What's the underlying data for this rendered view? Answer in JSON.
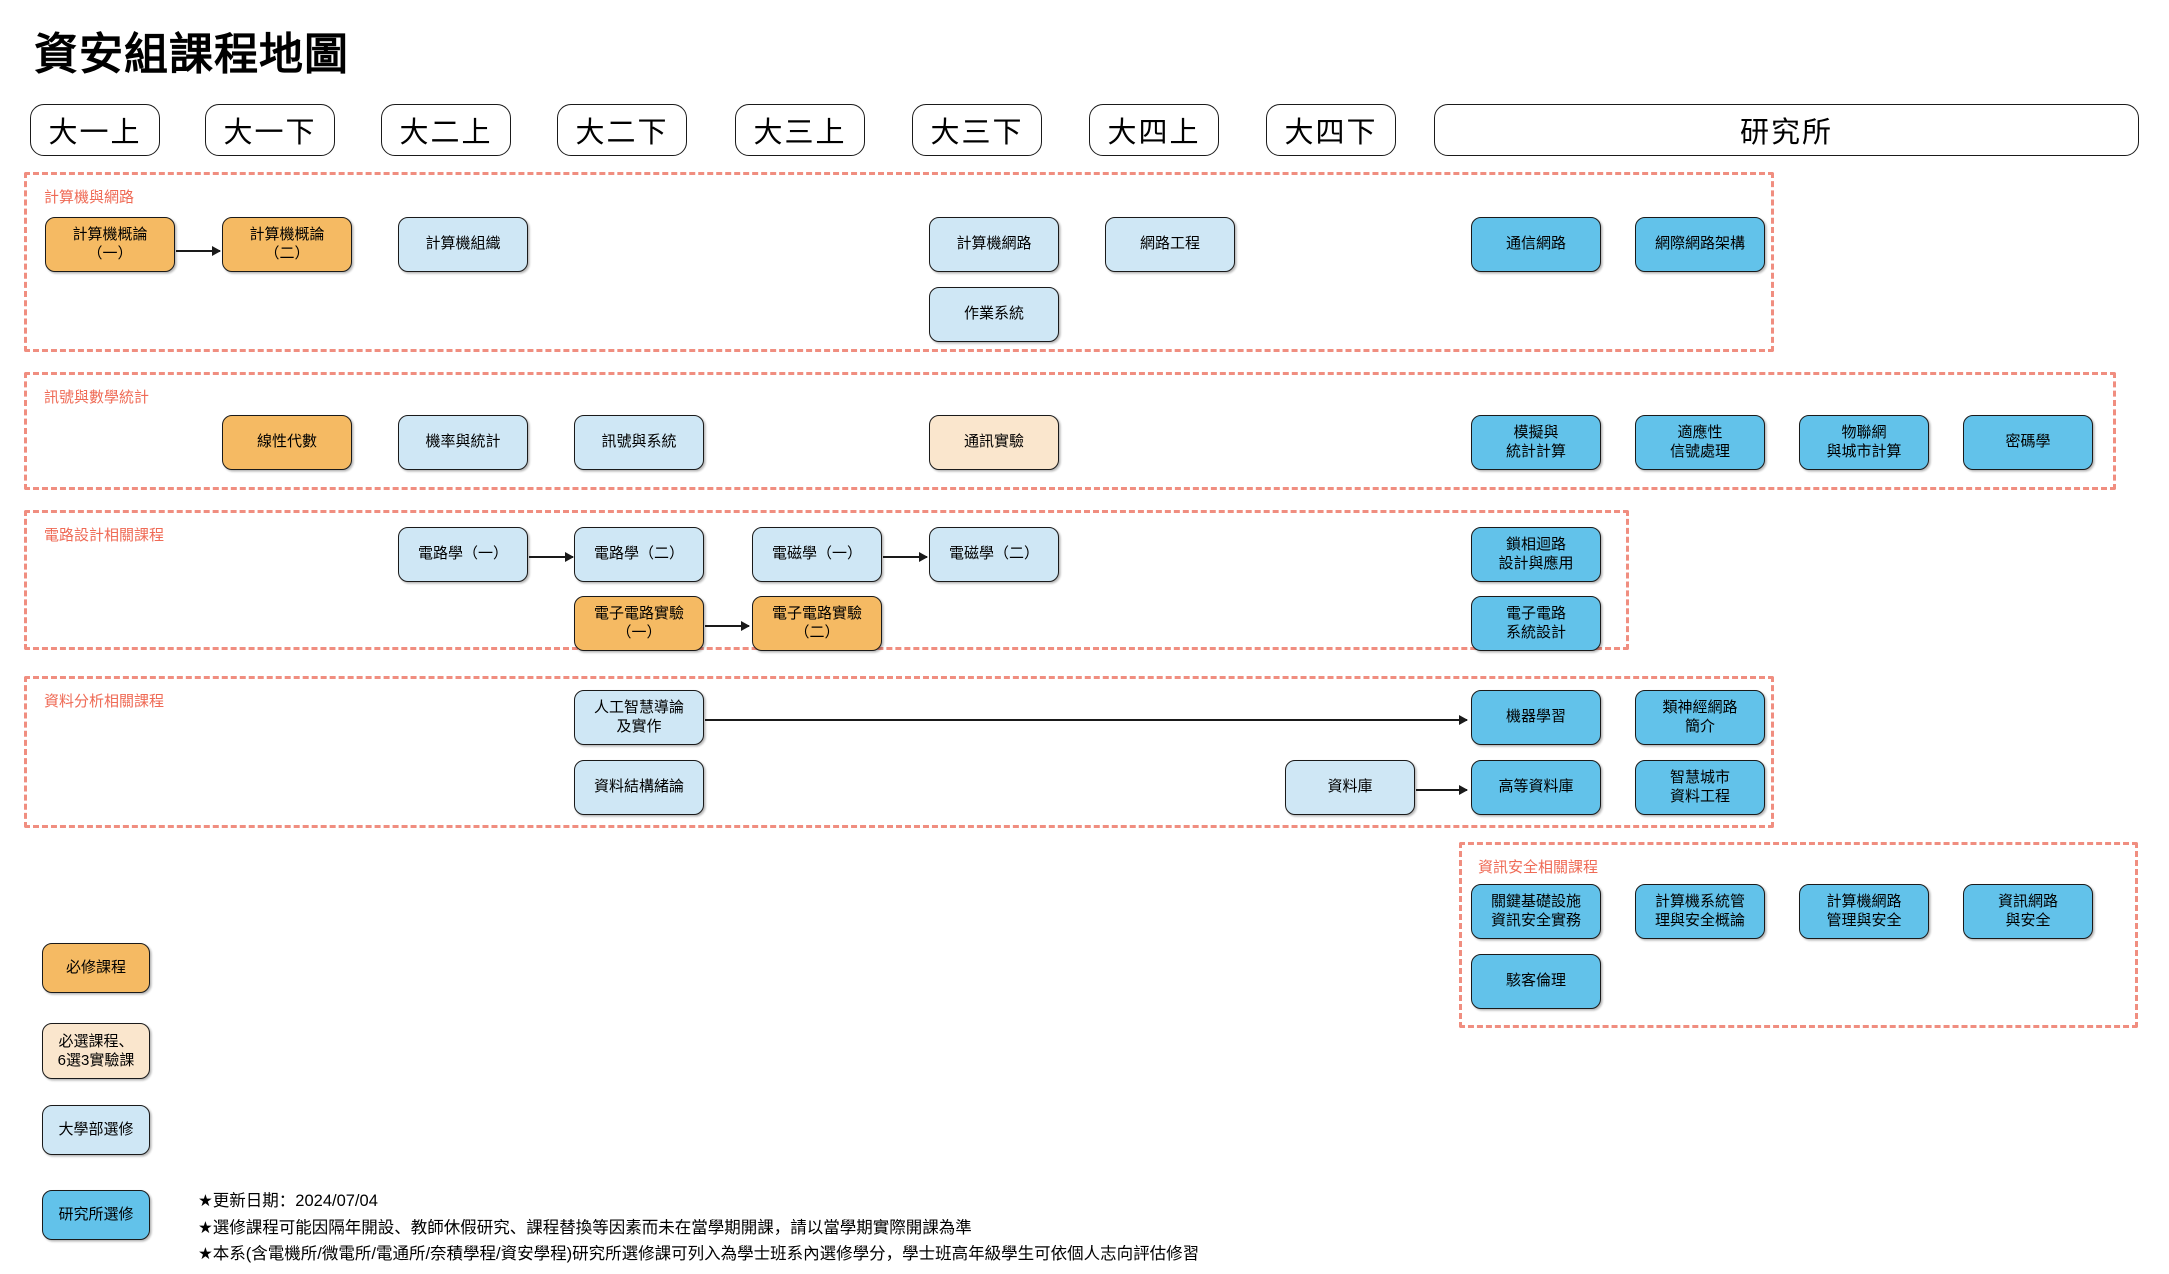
{
  "title": "資安組課程地圖",
  "colors": {
    "required": "#f5ba63",
    "selective": "#fae6cd",
    "undergrad_elective": "#cfe7f5",
    "grad_elective": "#62c2ea",
    "group_border": "#f08e80",
    "group_label": "#ef6a55"
  },
  "semesters": [
    {
      "label": "大一上"
    },
    {
      "label": "大一下"
    },
    {
      "label": "大二上"
    },
    {
      "label": "大二下"
    },
    {
      "label": "大三上"
    },
    {
      "label": "大三下"
    },
    {
      "label": "大四上"
    },
    {
      "label": "大四下"
    },
    {
      "label": "研究所"
    }
  ],
  "groups": [
    {
      "label": "計算機與網路",
      "courses": [
        {
          "name": "計算機概論\n（一）",
          "type": "required"
        },
        {
          "name": "計算機概論\n（二）",
          "type": "required"
        },
        {
          "name": "計算機組織",
          "type": "undergrad_elective"
        },
        {
          "name": "計算機網路",
          "type": "undergrad_elective"
        },
        {
          "name": "作業系統",
          "type": "undergrad_elective"
        },
        {
          "name": "網路工程",
          "type": "undergrad_elective"
        },
        {
          "name": "通信網路",
          "type": "grad_elective"
        },
        {
          "name": "網際網路架構",
          "type": "grad_elective"
        }
      ]
    },
    {
      "label": "訊號與數學統計",
      "courses": [
        {
          "name": "線性代數",
          "type": "required"
        },
        {
          "name": "機率與統計",
          "type": "undergrad_elective"
        },
        {
          "name": "訊號與系統",
          "type": "undergrad_elective"
        },
        {
          "name": "通訊實驗",
          "type": "selective"
        },
        {
          "name": "模擬與\n統計計算",
          "type": "grad_elective"
        },
        {
          "name": "適應性\n信號處理",
          "type": "grad_elective"
        },
        {
          "name": "物聯網\n與城市計算",
          "type": "grad_elective"
        },
        {
          "name": "密碼學",
          "type": "grad_elective"
        }
      ]
    },
    {
      "label": "電路設計相關課程",
      "courses": [
        {
          "name": "電路學（一）",
          "type": "undergrad_elective"
        },
        {
          "name": "電路學（二）",
          "type": "undergrad_elective"
        },
        {
          "name": "電磁學（一）",
          "type": "undergrad_elective"
        },
        {
          "name": "電磁學（二）",
          "type": "undergrad_elective"
        },
        {
          "name": "電子電路實驗\n（一）",
          "type": "required"
        },
        {
          "name": "電子電路實驗\n（二）",
          "type": "required"
        },
        {
          "name": "鎖相迴路\n設計與應用",
          "type": "grad_elective"
        },
        {
          "name": "電子電路\n系統設計",
          "type": "grad_elective"
        }
      ]
    },
    {
      "label": "資料分析相關課程",
      "courses": [
        {
          "name": "人工智慧導論\n及實作",
          "type": "undergrad_elective"
        },
        {
          "name": "資料結構緒論",
          "type": "undergrad_elective"
        },
        {
          "name": "資料庫",
          "type": "undergrad_elective"
        },
        {
          "name": "機器學習",
          "type": "grad_elective"
        },
        {
          "name": "高等資料庫",
          "type": "grad_elective"
        },
        {
          "name": "類神經網路\n簡介",
          "type": "grad_elective"
        },
        {
          "name": "智慧城市\n資料工程",
          "type": "grad_elective"
        }
      ]
    },
    {
      "label": "資訊安全相關課程",
      "courses": [
        {
          "name": "關鍵基礎設施\n資訊安全實務",
          "type": "grad_elective"
        },
        {
          "name": "計算機系統管\n理與安全概論",
          "type": "grad_elective"
        },
        {
          "name": "計算機網路\n管理與安全",
          "type": "grad_elective"
        },
        {
          "name": "資訊網路\n與安全",
          "type": "grad_elective"
        },
        {
          "name": "駭客倫理",
          "type": "grad_elective"
        }
      ]
    }
  ],
  "legend": [
    {
      "label": "必修課程",
      "type": "required"
    },
    {
      "label": "必選課程、\n6選3實驗課",
      "type": "selective"
    },
    {
      "label": "大學部選修",
      "type": "undergrad_elective"
    },
    {
      "label": "研究所選修",
      "type": "grad_elective"
    }
  ],
  "footnotes": [
    "★更新日期：2024/07/04",
    "★選修課程可能因隔年開設、教師休假研究、課程替換等因素而未在當學期開課，請以當學期實際開課為準",
    "★本系(含電機所/微電所/電通所/奈積學程/資安學程)研究所選修課可列入為學士班系內選修學分，學士班高年級學生可依個人志向評估修習"
  ]
}
